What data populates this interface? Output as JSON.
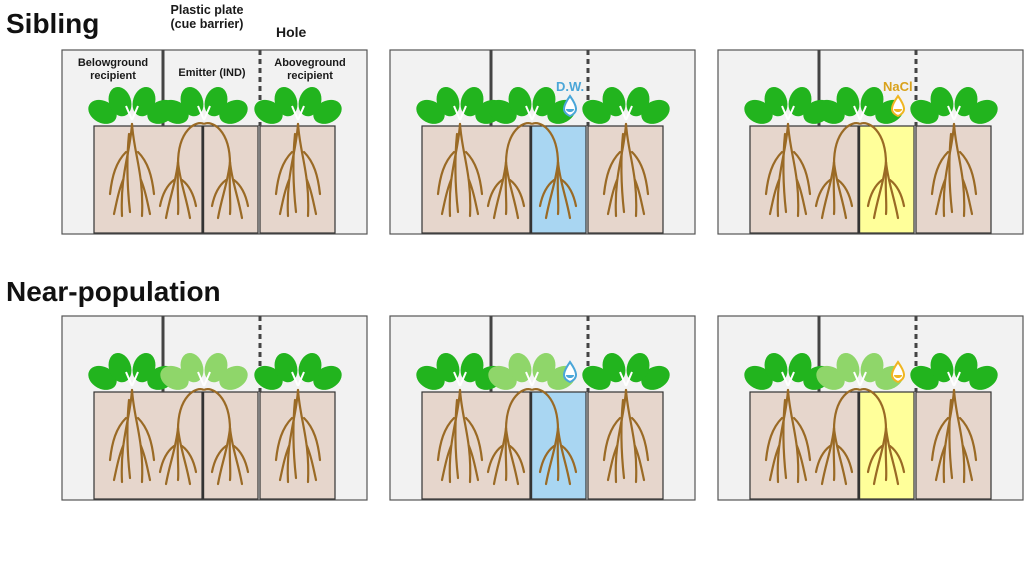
{
  "rows": [
    {
      "title": "Sibling"
    },
    {
      "title": "Near-population"
    }
  ],
  "annotations": {
    "plastic_plate": "Plastic plate\n(cue barrier)",
    "hole": "Hole",
    "belowground_recipient": "Belowground\nrecipient",
    "emitter": "Emitter (IND)",
    "aboveground_recipient": "Aboveground\nrecipient"
  },
  "treatments": {
    "dw_label": "D.W.",
    "nacl_label": "NaCl"
  },
  "colors": {
    "panel_bg": "#f2f2f2",
    "soil": "#e6d6cc",
    "root": "#9a6a25",
    "leaf_dark": "#22b41e",
    "leaf_light": "#8fd66a",
    "water_fill": "#a9d6f2",
    "water_drop": "#4aa6d8",
    "salt_fill": "#ffff9a",
    "salt_drop": "#f0b622"
  },
  "icons": {
    "water_drop": "water-drop-icon",
    "salt_drop": "salt-drop-icon"
  }
}
